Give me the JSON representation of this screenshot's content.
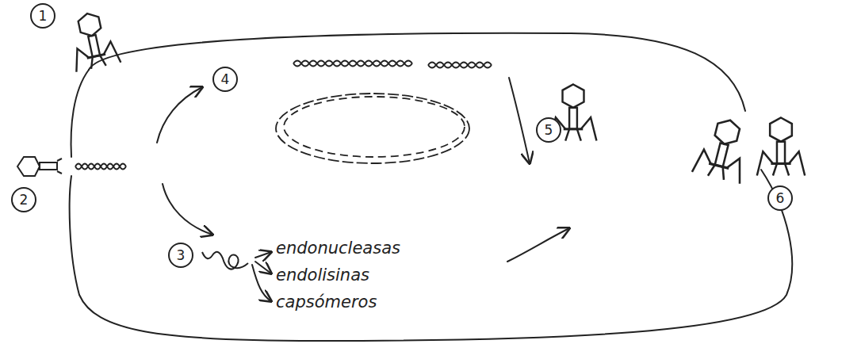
{
  "diagram": {
    "labels": [
      "1",
      "2",
      "4",
      "5",
      "6",
      "3",
      "endonucleasas",
      "endolisinas",
      "capsómeros"
    ]
  }
}
